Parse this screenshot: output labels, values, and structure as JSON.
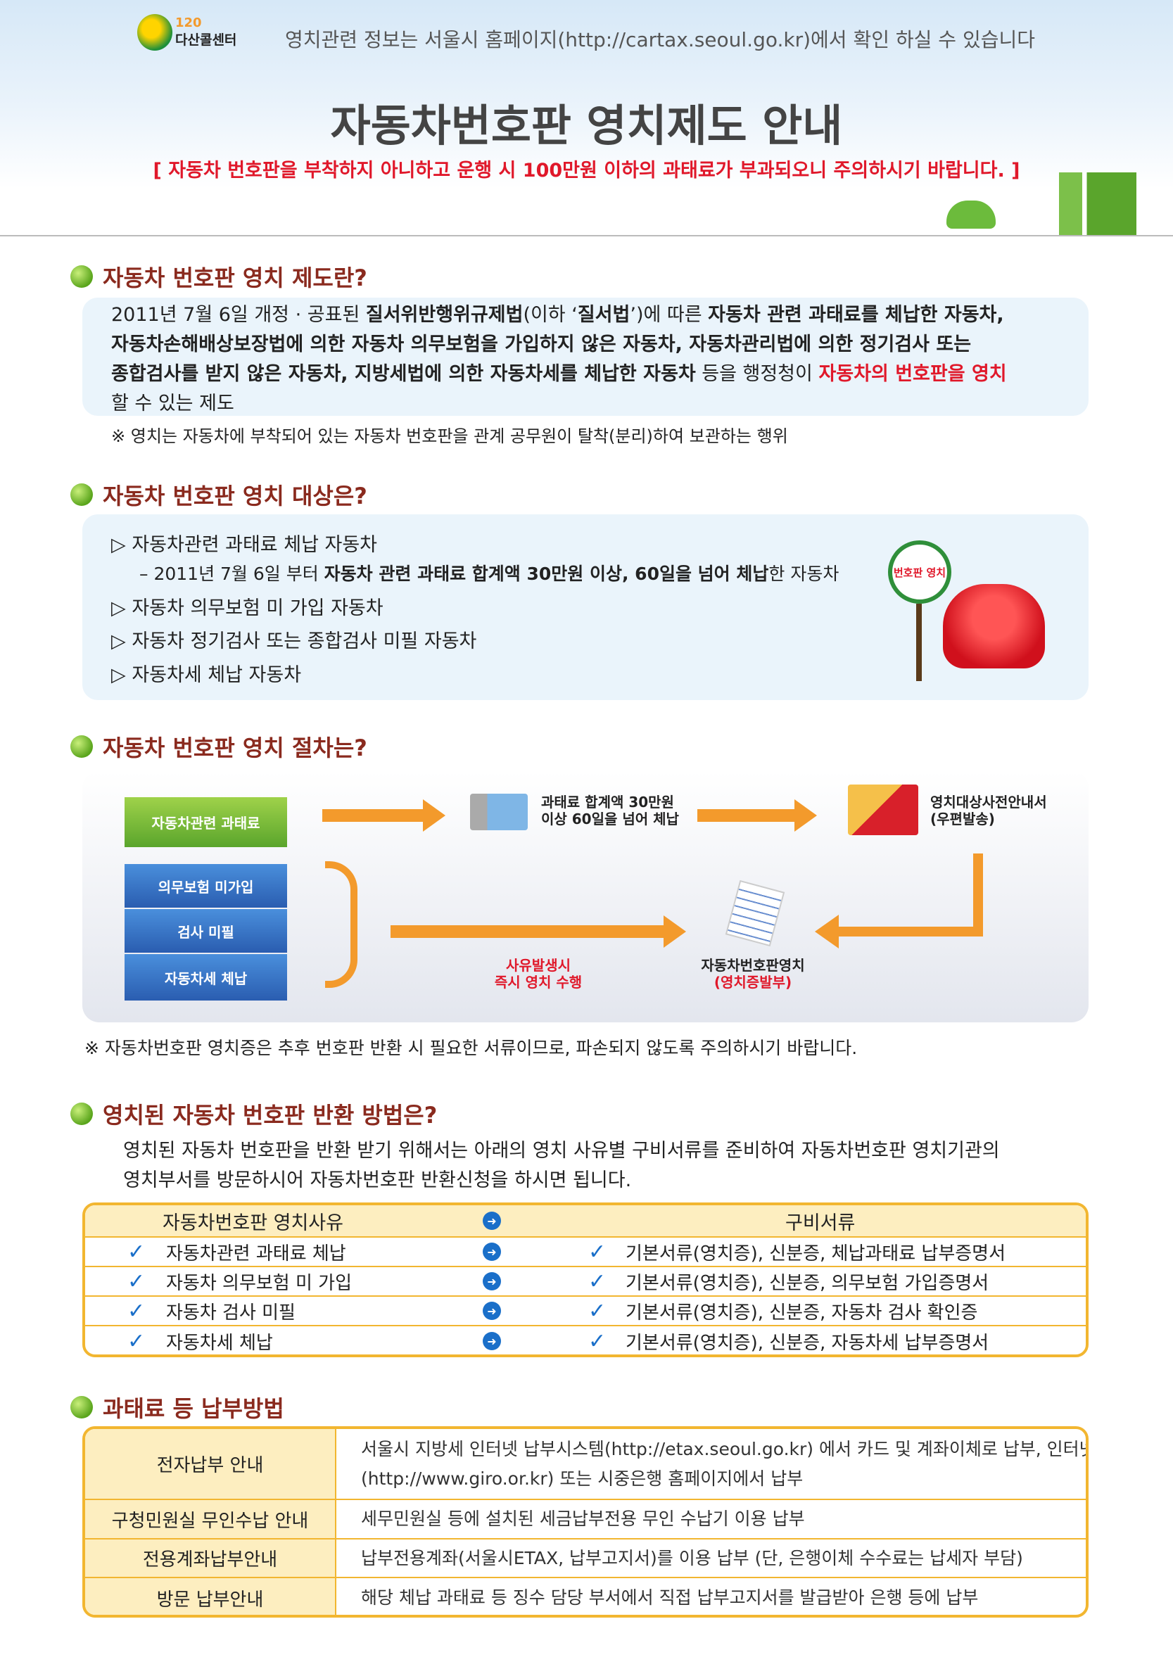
{
  "header": {
    "logo_num": "120",
    "logo_text": "다산콜센터",
    "info": "영치관련 정보는 서울시 홈페이지(http://cartax.seoul.go.kr)에서 확인 하실 수 있습니다",
    "title": "자동차번호판 영치제도 안내",
    "notice": "[ 자동차 번호판을 부착하지 아니하고 운행 시 100만원 이하의 과태료가 부과되오니 주의하시기 바랍니다. ]"
  },
  "s1": {
    "heading": "자동차 번호판 영치 제도란?",
    "l1a": "2011년 7월 6일 개정 · 공표된 ",
    "l1b": "질서위반행위규제법",
    "l1c": "(이하 ‘",
    "l1d": "질서법",
    "l1e": "’)에 따른 ",
    "l1f": "자동차 관련 과태료를 체납한 자동차,",
    "l2a": "자동차손해배상보장법에 의한 자동차 의무보험을 가입하지 않은 자동차, 자동차관리법에 의한 정기검사 또는",
    "l3a": "종합검사를 받지 않은 자동차, 지방세법에 의한 자동차세를 체납한 자동차",
    "l3b": " 등을 행정청이 ",
    "l3c": "자동차의 번호판을 영치",
    "l4": "할 수 있는 제도",
    "note": "※ 영치는 자동차에 부착되어 있는 자동차 번호판을 관계 공무원이 탈착(분리)하여 보관하는 행위"
  },
  "s2": {
    "heading": "자동차 번호판 영치 대상은?",
    "i1": "▷ 자동차관련 과태료 체납 자동차",
    "sub_a": "– 2011년 7월 6일 부터 ",
    "sub_b": "자동차 관련 과태료 합계액 30만원 이상, 60일을 넘어 체납",
    "sub_c": "한 자동차",
    "i2": "▷ 자동차 의무보험 미 가입 자동차",
    "i3": "▷ 자동차 정기검사 또는 종합검사 미필 자동차",
    "i4": "▷ 자동차세 체납 자동차",
    "sign": "번호판 영치"
  },
  "s3": {
    "heading": "자동차 번호판 영치 절차는?",
    "box_fine": "자동차관련 과태료",
    "box_ins": "의무보험 미가입",
    "box_insp": "검사 미필",
    "box_tax": "자동차세 체납",
    "step1a": "과태료 합계액 30만원",
    "step1b": "이상 60일을 넘어 체납",
    "step2a": "영치대상사전안내서",
    "step2b": "(우편발송)",
    "imm_a": "사유발생시",
    "imm_b": "즉시 영치 수행",
    "res_a": "자동차번호판영치",
    "res_b": "(영치증발부)",
    "note": "※ 자동차번호판 영치증은 추후 번호판 반환 시 필요한 서류이므로, 파손되지 않도록 주의하시기 바랍니다."
  },
  "s4": {
    "heading": "영치된 자동차 번호판 반환 방법은?",
    "p1": "영치된 자동차 번호판을 반환 받기 위해서는 아래의 영치 사유별 구비서류를 준비하여 자동차번호판 영치기관의",
    "p2": "영치부서를 방문하시어 자동차번호판 반환신청을 하시면 됩니다.",
    "col1": "자동차번호판 영치사유",
    "col2": "구비서류",
    "rows": [
      {
        "reason": "자동차관련 과태료 체납",
        "docs": "기본서류(영치증), 신분증, 체납과태료 납부증명서"
      },
      {
        "reason": "자동차 의무보험 미 가입",
        "docs": "기본서류(영치증), 신분증, 의무보험 가입증명서"
      },
      {
        "reason": "자동차 검사 미필",
        "docs": "기본서류(영치증), 신분증, 자동차 검사 확인증"
      },
      {
        "reason": "자동차세 체납",
        "docs": "기본서류(영치증), 신분증, 자동차세 납부증명서"
      }
    ]
  },
  "s5": {
    "heading": "과태료 등 납부방법",
    "rows": [
      {
        "label": "전자납부 안내",
        "d1": "서울시 지방세 인터넷 납부시스템(http://etax.seoul.go.kr) 에서 카드 및 계좌이체로 납부, 인터넷 지로",
        "d2": "(http://www.giro.or.kr) 또는 시중은행 홈페이지에서 납부"
      },
      {
        "label": "구청민원실 무인수납 안내",
        "d1": "세무민원실 등에 설치된 세금납부전용 무인 수납기 이용 납부"
      },
      {
        "label": "전용계좌납부안내",
        "d1": "납부전용계좌(서울시ETAX, 납부고지서)를 이용 납부 (단, 은행이체 수수료는 납세자 부담)"
      },
      {
        "label": "방문 납부안내",
        "d1": "해당 체납 과태료 등 징수 담당 부서에서 직접 납부고지서를 발급받아 은행 등에 납부"
      }
    ]
  },
  "colors": {
    "heading": "#8a2a1e",
    "accent_red": "#e0182a",
    "orange": "#f39a2c",
    "table_border": "#f2b630"
  }
}
